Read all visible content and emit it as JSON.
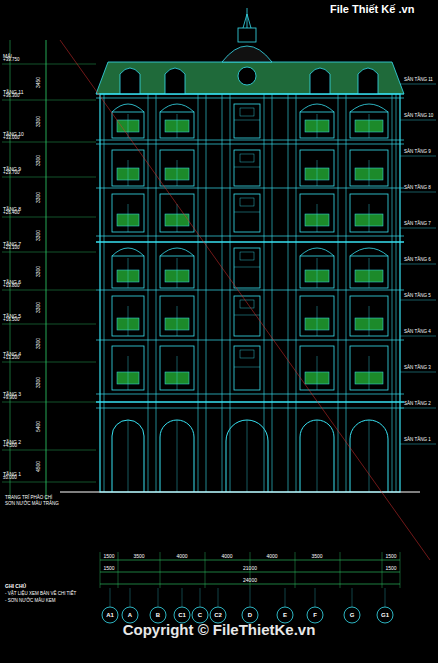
{
  "diagram": {
    "labels": [
      "File Thiết Kế .vn",
      "Copyright © FileThietKe.vn",
      "MÁI",
      "+39.750",
      "TẦNG 11",
      "+36.300",
      "TẦNG 10",
      "+33.000",
      "TẦNG 9",
      "+29.700",
      "TẦNG 8",
      "+26.400",
      "TẦNG 7",
      "+23.100",
      "TẦNG 6",
      "+19.800",
      "TẦNG 5",
      "+16.500",
      "TẦNG 4",
      "+13.200",
      "TẦNG 3",
      "+9.900",
      "TẦNG 2",
      "+4.500",
      "TẦNG 1",
      "±0.000",
      "3450",
      "3300",
      "3300",
      "3300",
      "3300",
      "3300",
      "3300",
      "3300",
      "3300",
      "5400",
      "4500",
      "SÀN TẦNG 11",
      "SÀN TẦNG 10",
      "SÀN TẦNG 9",
      "SÀN TẦNG 8",
      "SÀN TẦNG 7",
      "SÀN TẦNG 6",
      "SÀN TẦNG 5",
      "SÀN TẦNG 4",
      "SÀN TẦNG 3",
      "SÀN TẦNG 2",
      "SÀN TẦNG 1",
      "TRANG TRÍ PHÀO CHỈ",
      "SƠN NƯỚC MÀU TRẮNG",
      "GHI CHÚ",
      "- VẬT LIỆU XEM BẢN VẼ CHI TIẾT",
      "- SƠN NƯỚC MÀU KEM",
      "1500",
      "3500",
      "4000",
      "4000",
      "4000",
      "3500",
      "1500",
      "1500",
      "21000",
      "1500",
      "24000",
      "A1",
      "A",
      "B",
      "C1",
      "C",
      "C2",
      "D",
      "E",
      "F",
      "G",
      "G1"
    ]
  }
}
